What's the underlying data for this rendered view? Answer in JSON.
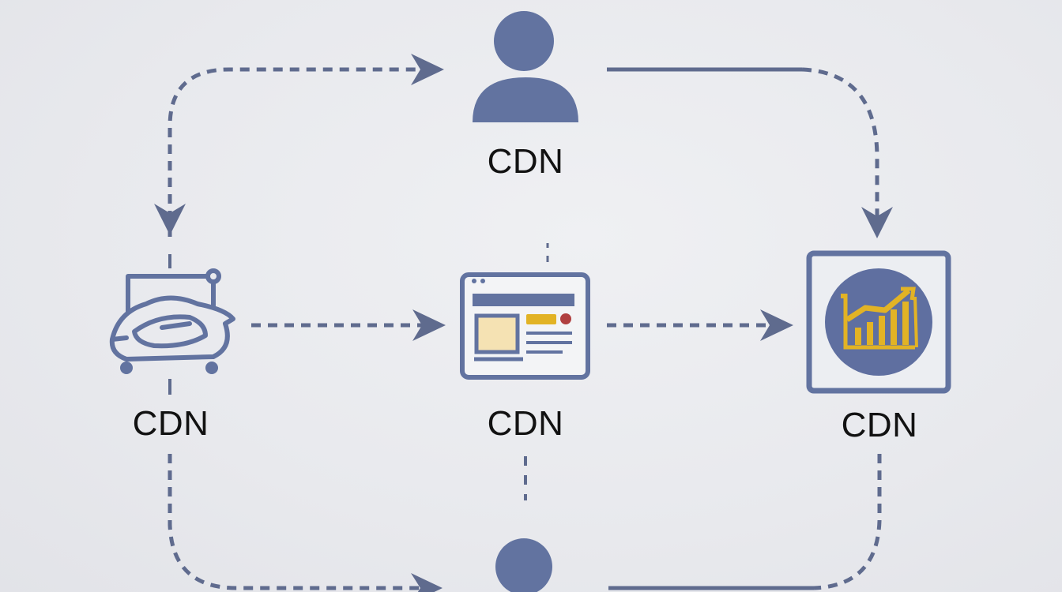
{
  "colors": {
    "line": "#5f6b8e",
    "icon": "#6273a0",
    "accent_yellow": "#e2b325",
    "accent_red": "#b04040",
    "background": "#e9eaee",
    "text": "#121212"
  },
  "nodes": {
    "top": {
      "label": "CDN",
      "icon": "user-icon"
    },
    "left": {
      "label": "CDN",
      "icon": "car-icon"
    },
    "center": {
      "label": "CDN",
      "icon": "webpage-icon"
    },
    "right": {
      "label": "CDN",
      "icon": "analytics-chart-icon"
    },
    "bottom": {
      "label": "",
      "icon": "user-icon"
    }
  }
}
